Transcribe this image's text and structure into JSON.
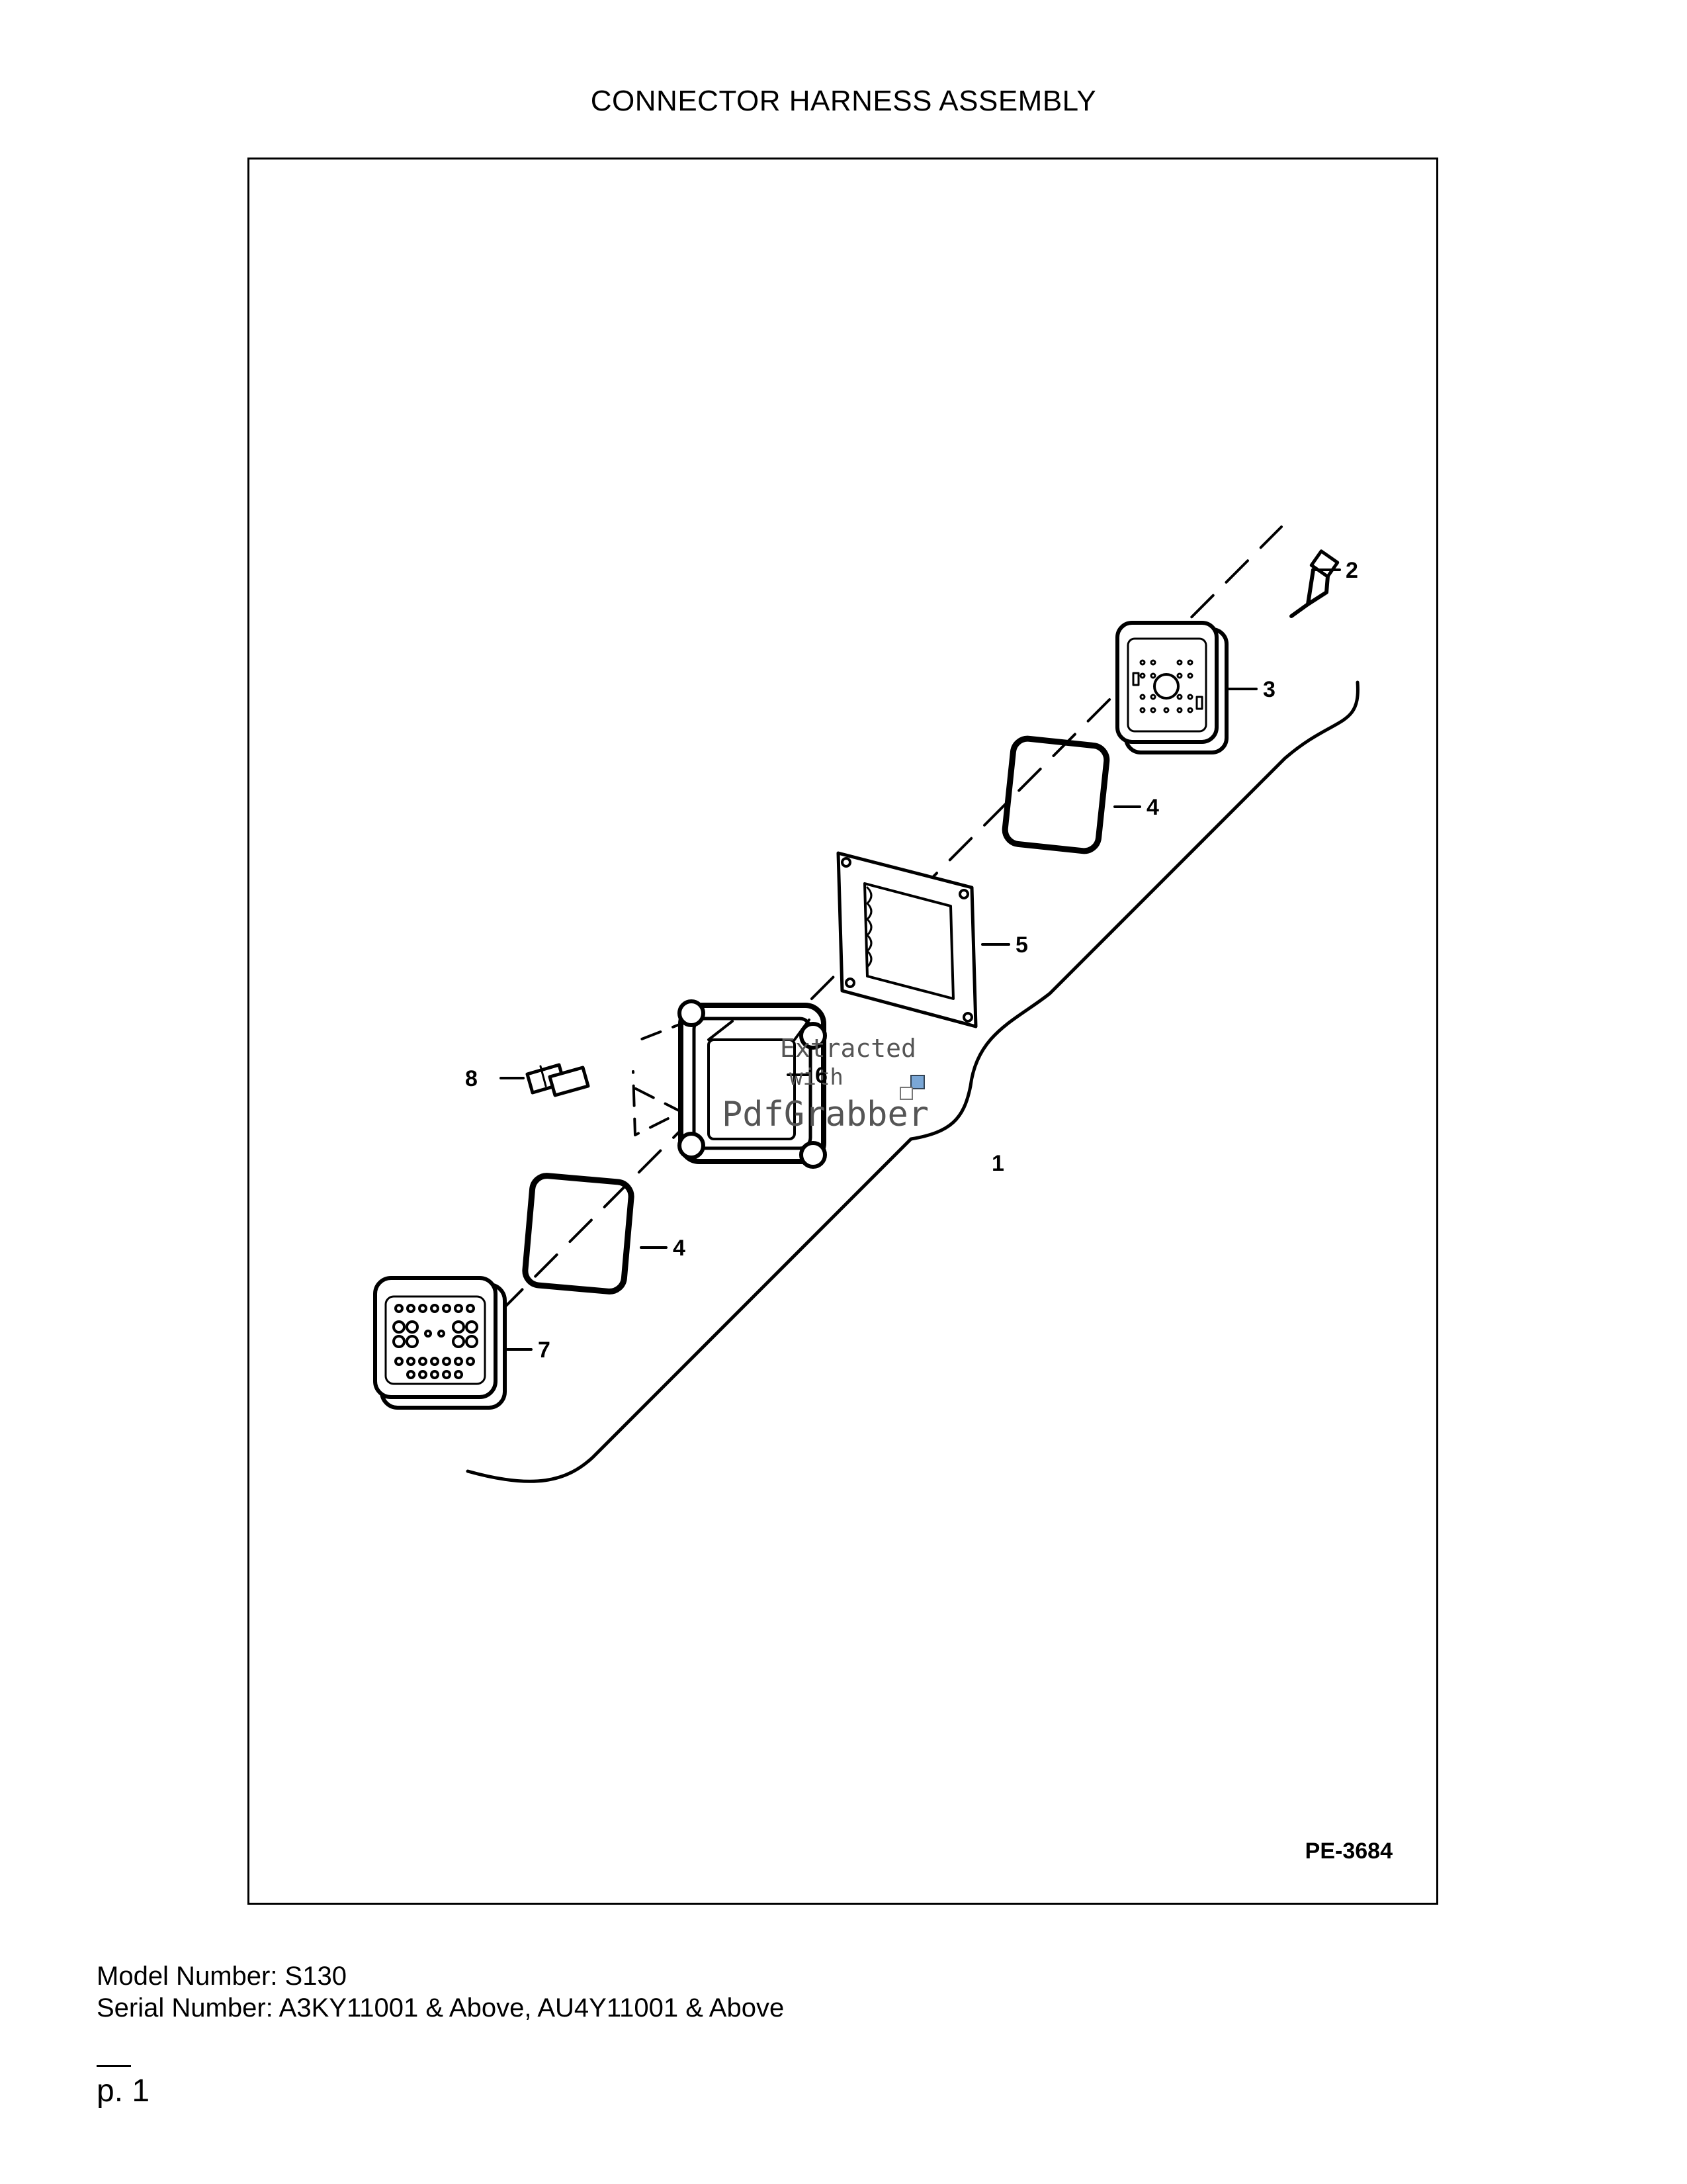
{
  "title": "CONNECTOR HARNESS ASSEMBLY",
  "figure_code": "PE-3684",
  "callouts": {
    "c1": "1",
    "c2": "2",
    "c3": "3",
    "c4a": "4",
    "c4b": "4",
    "c5": "5",
    "c6": "6",
    "c7": "7",
    "c8": "8"
  },
  "watermark": {
    "line1": "Extracted",
    "line2": "with",
    "line3": "PdfGrabber"
  },
  "model_line": "Model Number: S130",
  "serial_line": "Serial Number: A3KY11001 & Above, AU4Y11001 & Above",
  "page_label": "p. 1"
}
